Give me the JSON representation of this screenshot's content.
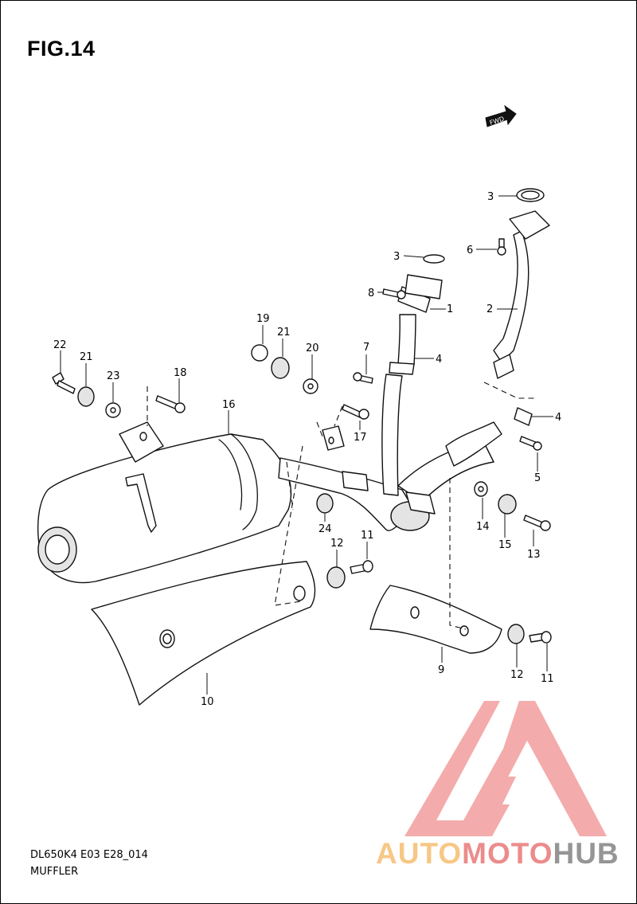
{
  "figure": {
    "title": "FIG.14"
  },
  "footer": {
    "model_code": "DL650K4 E03 E28_014",
    "section_name": "MUFFLER"
  },
  "direction_badge": {
    "label": "FWD"
  },
  "callouts": [
    "3",
    "3",
    "6",
    "1",
    "8",
    "2",
    "4",
    "4",
    "7",
    "5",
    "19",
    "21",
    "20",
    "22",
    "21",
    "23",
    "18",
    "16",
    "17",
    "14",
    "15",
    "13",
    "24",
    "11",
    "12",
    "9",
    "12",
    "11",
    "10"
  ],
  "watermark": {
    "brand_part_1": "AUTO",
    "brand_part_2": "MOTO",
    "brand_part_3": "HUB",
    "colors": {
      "auto": "#f7c27a",
      "moto": "#ea7f7f",
      "hub": "#8a8a8a",
      "logo_triangle": "#f3a3a3"
    }
  }
}
